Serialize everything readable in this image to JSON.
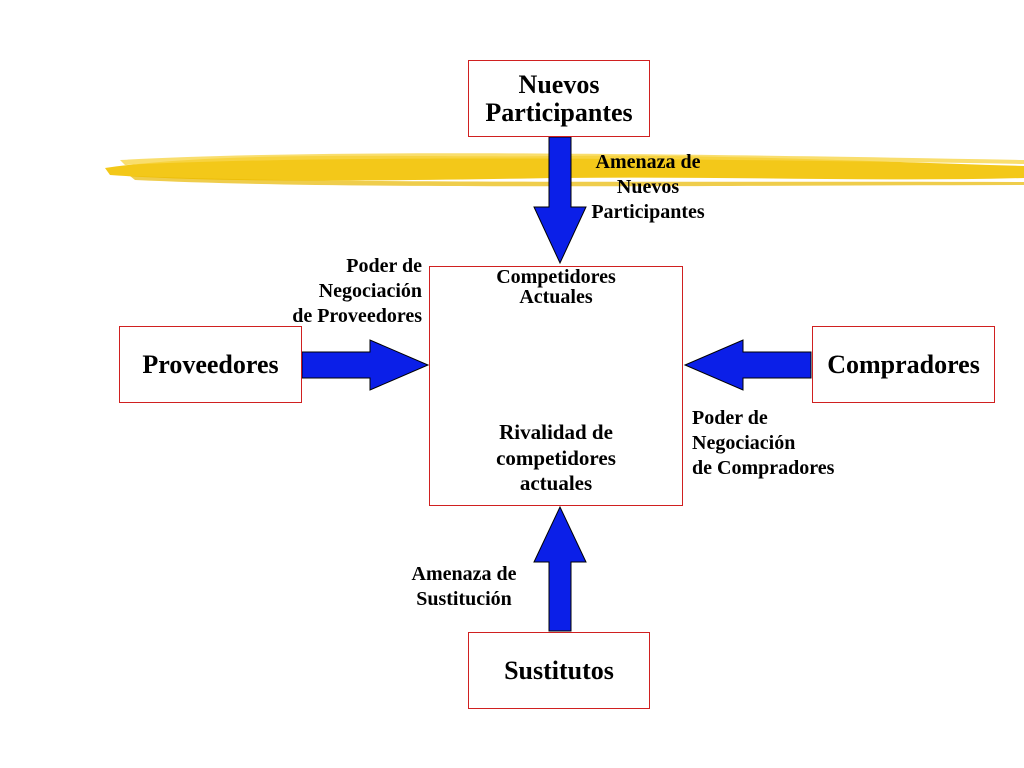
{
  "diagram": {
    "top_box": "Nuevos\nParticipantes",
    "center_box_title": "Competidores\nActuales",
    "center_box_caption": "Rivalidad de\ncompetidores\nactuales",
    "left_box": "Proveedores",
    "right_box": "Compradores",
    "bottom_box": "Sustitutos",
    "label_top": "Amenaza de\nNuevos\nParticipantes",
    "label_left": "Poder de\nNegociación\nde Proveedores",
    "label_right": "Poder de\nNegociación\nde Compradores",
    "label_bottom": "Amenaza de\nSustitución"
  },
  "colors": {
    "box_border": "#d02020",
    "arrow_fill": "#0b1fe8",
    "arrow_stroke": "#000000",
    "highlight_stripe": "#f2c200"
  }
}
